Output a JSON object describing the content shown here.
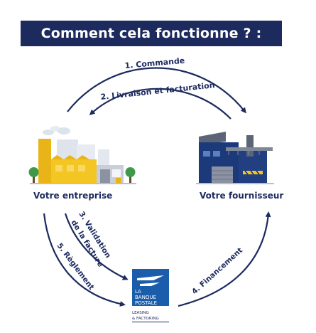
{
  "title": "Comment cela fonctionne ? :",
  "nodes": {
    "company": "Votre entreprise",
    "supplier": "Votre fournisseur"
  },
  "steps": {
    "s1": "1. Commande",
    "s2": "2. Livraison et facturation",
    "s3_line1": "3. Validation",
    "s3_line2": "de la facture",
    "s4": "4. Financement",
    "s5": "5. Règlement"
  },
  "logo": {
    "line1": "LA",
    "line2": "BANQUE",
    "line3": "POSTALE",
    "sub1": "LEASING",
    "sub2": "& FACTORING"
  },
  "colors": {
    "navy": "#1c2a5e",
    "factory_yellow": "#f3c623",
    "logo_blue": "#1a5dab"
  }
}
